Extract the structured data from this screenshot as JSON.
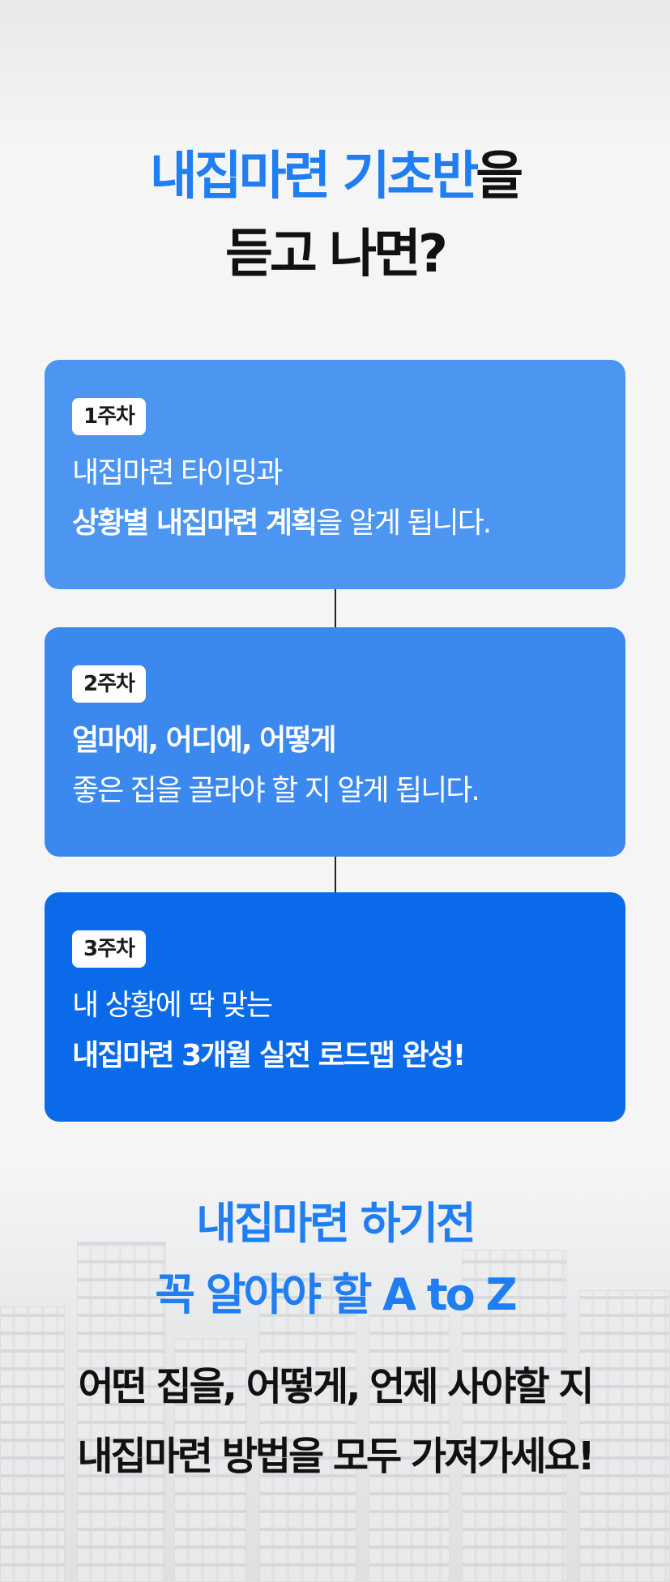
{
  "headline": {
    "accent": "내집마련 기초반",
    "line1_suffix": "을",
    "line2": "듣고 나면?"
  },
  "weeks": [
    {
      "badge": "1주차",
      "line1": "내집마련 타이밍과",
      "line2_bold": "상황별 내집마련 계획",
      "line2_rest": "을 알게 됩니다."
    },
    {
      "badge": "2주차",
      "line1_bold": "얼마에, 어디에, 어떻게",
      "line2": "좋은 집을 골라야 할 지 알게 됩니다."
    },
    {
      "badge": "3주차",
      "line1": "내 상황에 딱 맞는",
      "line2_bold": "내집마련 3개월 실전 로드맵",
      "line2_rest": " 완성!"
    }
  ],
  "subhead": {
    "line1": "내집마련 하기전",
    "line2": "꼭 알아야 할 A to Z"
  },
  "closing": {
    "line1": "어떤 집을, 어떻게, 언제 사야할 지",
    "line2": "내집마련 방법을 모두 가져가세요!"
  },
  "colors": {
    "accent": "#1f7ef2",
    "card1": "#4c95f1",
    "card2": "#3b88ef",
    "card3": "#0a6aea"
  }
}
